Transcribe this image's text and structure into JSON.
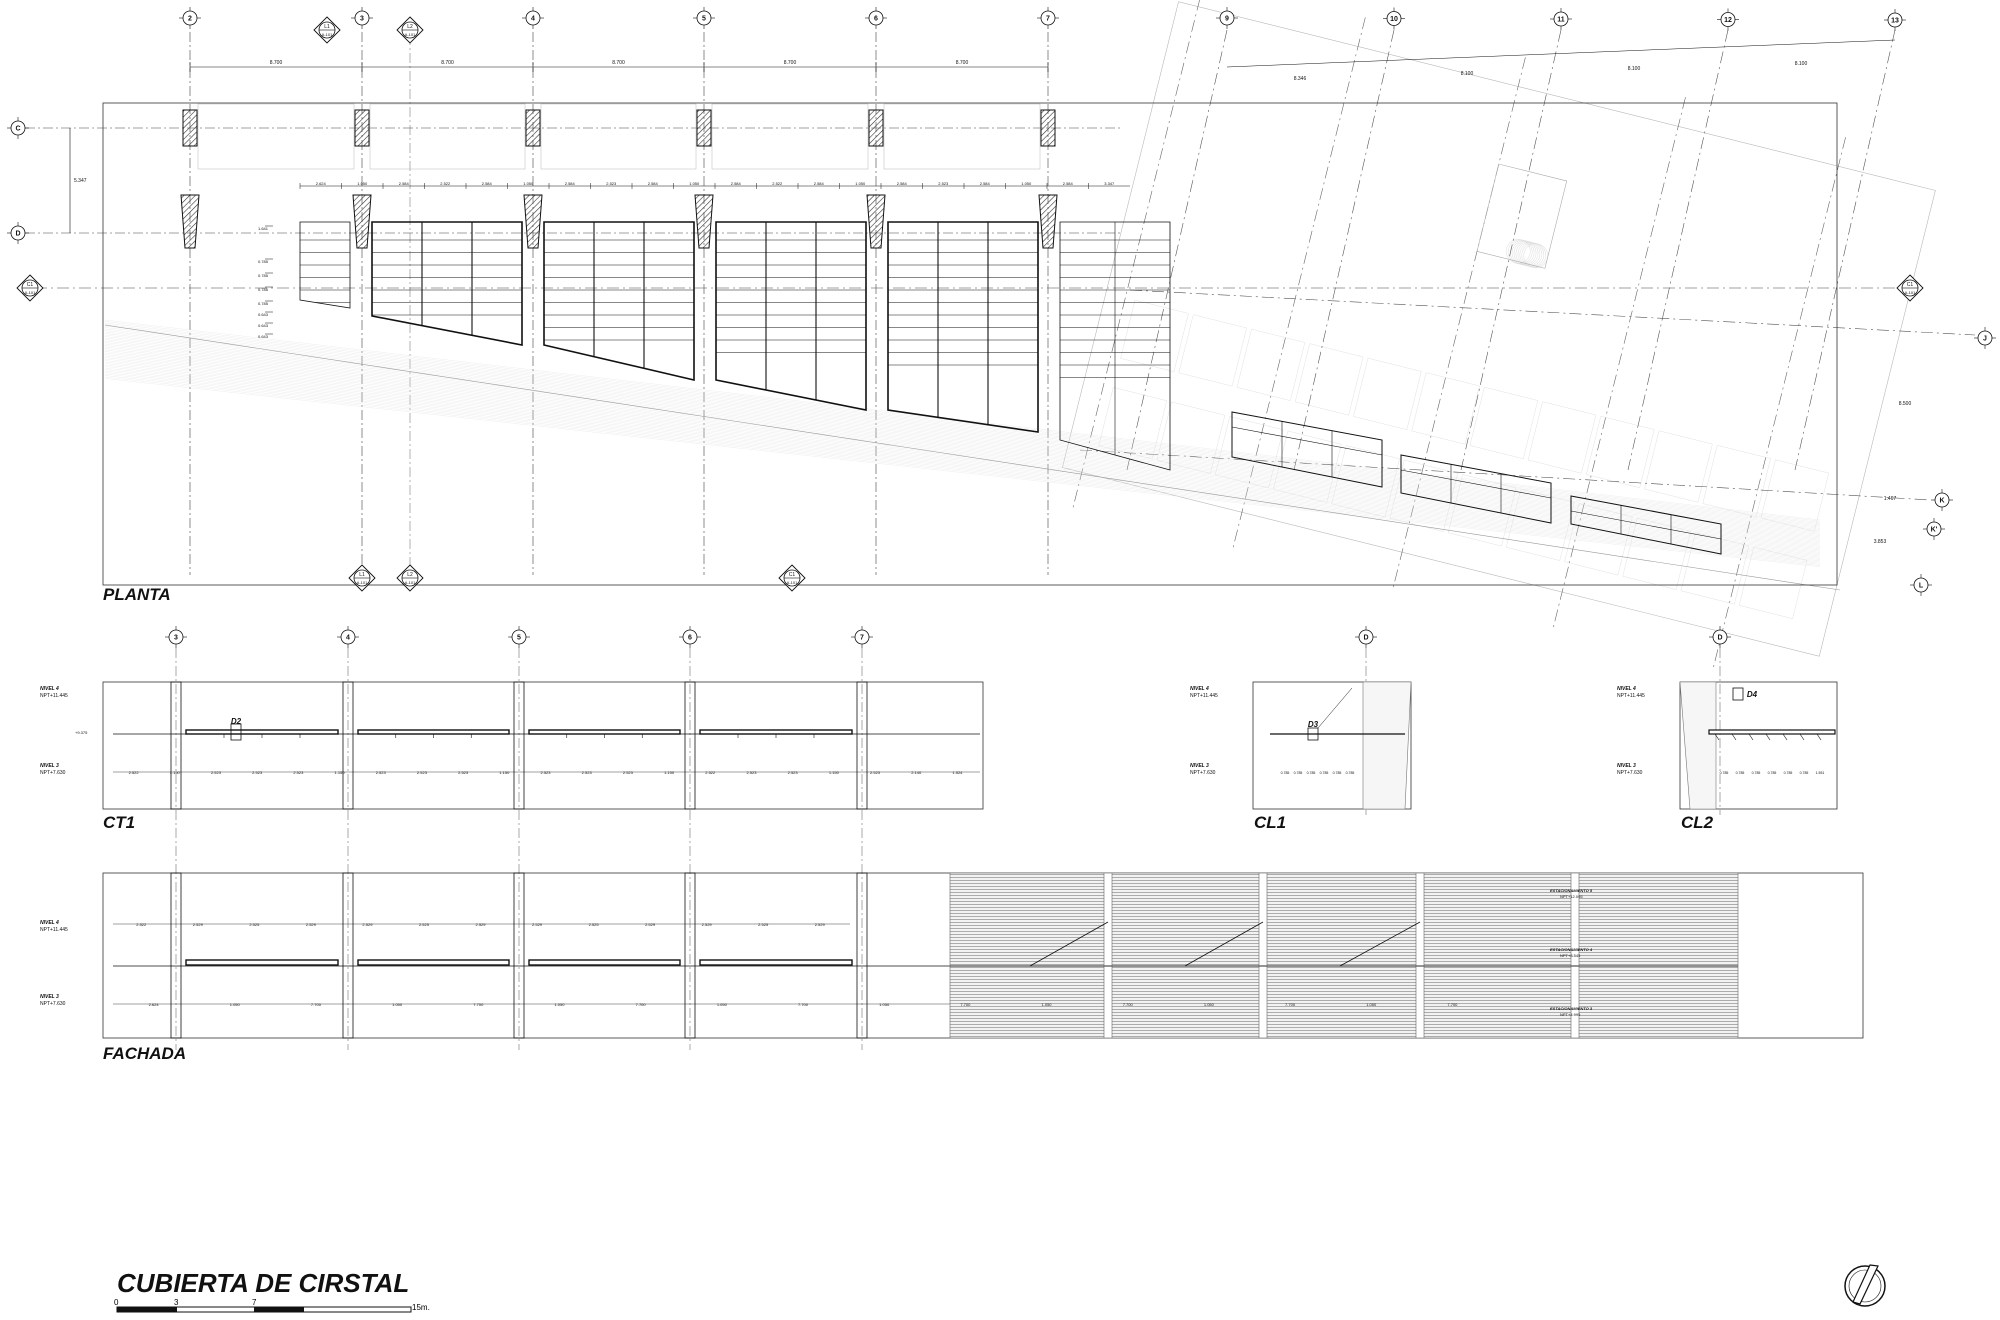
{
  "sheet_title": "CUBIERTA DE CIRSTAL",
  "scale_bar": {
    "ticks": [
      "0",
      "3",
      "7",
      "15m."
    ]
  },
  "views": {
    "planta": {
      "label": "PLANTA"
    },
    "ct1": {
      "label": "CT1"
    },
    "cl1": {
      "label": "CL1"
    },
    "cl2": {
      "label": "CL2"
    },
    "fachada": {
      "label": "FACHADA"
    }
  },
  "grid_axes": {
    "plan_columns": [
      "2",
      "3",
      "4",
      "5",
      "6",
      "7"
    ],
    "plan_skewed_columns": [
      "9",
      "10",
      "11",
      "12",
      "13"
    ],
    "plan_rows_left": [
      "C",
      "D"
    ],
    "plan_rows_right": [
      "J",
      "K",
      "K'",
      "L"
    ],
    "section_columns": [
      "3",
      "4",
      "5",
      "6",
      "7"
    ],
    "detail_axis": "D"
  },
  "section_marks": {
    "top": [
      {
        "id": "L1",
        "ref": "A-101"
      },
      {
        "id": "L2",
        "ref": "A-101"
      }
    ],
    "bottom": [
      {
        "id": "L1",
        "ref": "A-101"
      },
      {
        "id": "L2",
        "ref": "A-101"
      },
      {
        "id": "C1",
        "ref": "A-101"
      }
    ],
    "side_left": {
      "id": "C1",
      "ref": "A-101"
    },
    "side_right": {
      "id": "C1",
      "ref": "A-101"
    }
  },
  "dimensions": {
    "plan_bays": [
      "8.700",
      "8.700",
      "8.700",
      "8.700",
      "8.700"
    ],
    "plan_skew_bays": [
      "8.346",
      "8.100",
      "8.100",
      "8.100"
    ],
    "plan_cd_spacing": "5.347",
    "plan_jk_spacing": "8.500",
    "plan_kk_spacing": "1.467",
    "plan_kl_spacing": "3.853",
    "plan_panel_chain": [
      "2.624",
      "1.050",
      "2.584",
      "2.522",
      "2.584",
      "1.050",
      "2.584",
      "2.523",
      "2.584",
      "1.050",
      "2.584",
      "2.522",
      "2.584",
      "1.050",
      "2.584",
      "2.523",
      "2.584",
      "1.050",
      "2.584",
      "3.347"
    ],
    "plan_vertical_chain": [
      "1.641",
      "0.785",
      "0.785",
      "0.785",
      "0.785",
      "0.643",
      "0.643",
      "0.643"
    ],
    "ct1_chain": [
      "2.522",
      "1.150",
      "2.523",
      "2.523",
      "2.523",
      "1.150",
      "2.523",
      "2.523",
      "2.523",
      "1.150",
      "2.523",
      "2.523",
      "2.523",
      "1.150",
      "2.522",
      "2.523",
      "2.523",
      "1.150",
      "2.523",
      "2.140",
      "1.524"
    ],
    "cl1_chain": [
      "0.785",
      "0.785",
      "0.785",
      "0.785",
      "0.785",
      "0.785"
    ],
    "cl2_chain": [
      "0.785",
      "0.785",
      "0.785",
      "0.785",
      "0.785",
      "0.785",
      "1.551"
    ],
    "fachada_upper_chain": [
      "2.522",
      "2.529",
      "2.525",
      "2.529",
      "2.529",
      "2.525",
      "2.529",
      "2.529",
      "2.525",
      "2.529",
      "2.529",
      "2.525",
      "2.529"
    ],
    "fachada_lower_chain": [
      "2.624",
      "1.050",
      "7.700",
      "1.050",
      "7.700",
      "1.050",
      "7.700",
      "1.050",
      "7.700",
      "1.050",
      "7.700",
      "1.050",
      "7.700",
      "1.050",
      "7.700",
      "1.050",
      "7.700"
    ]
  },
  "levels": {
    "nivel4": {
      "name": "NIVEL 4",
      "value": "NPT+11.445"
    },
    "nivel3": {
      "name": "NIVEL 3",
      "value": "NPT+7.630"
    },
    "ct1_mid": "+9.375",
    "estac5": {
      "name": "ESTACIONAMIENTO 5",
      "value": "NPT+12.095"
    },
    "estac4": {
      "name": "ESTACIONAMIENTO 4",
      "value": "NPT+8.545"
    },
    "estac3": {
      "name": "ESTACIONAMIENTO 3",
      "value": "NPT+4.995"
    }
  },
  "detail_tags": {
    "ct1": "D2",
    "cl1": "D3",
    "cl2": "D4"
  },
  "colors": {
    "ink": "#111111",
    "light_line": "#b8b8b8",
    "hatch": "#555555",
    "mesh": "#dddddd"
  },
  "icons": {
    "north": "north-arrow-icon"
  }
}
